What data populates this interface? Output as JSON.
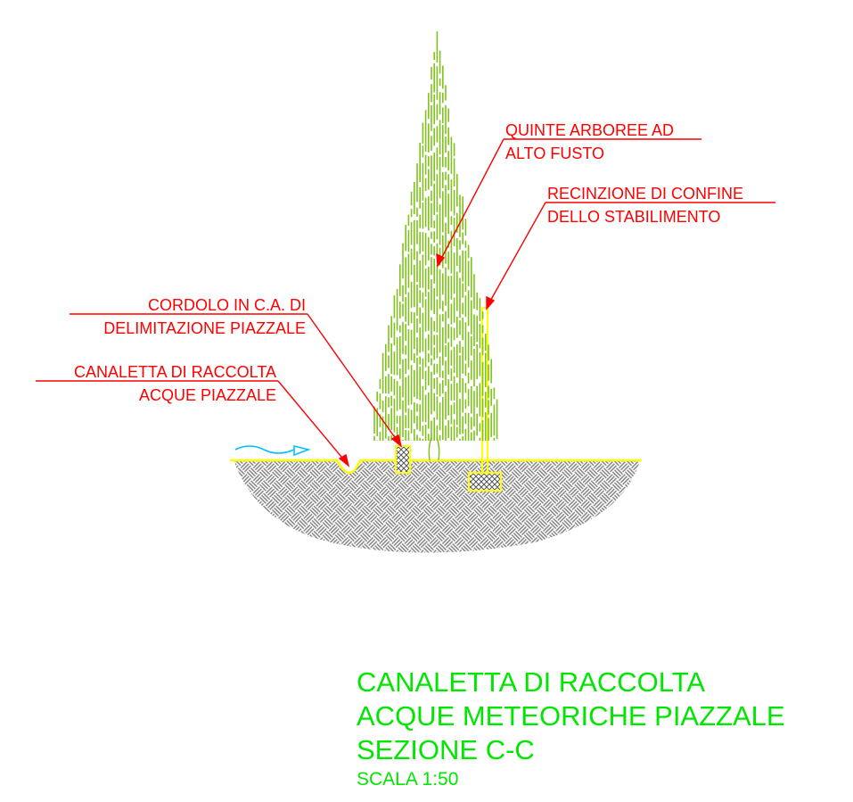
{
  "colors": {
    "annotation": "#ff0000",
    "title": "#00e600",
    "tree": "#7fc31c",
    "ground_line": "#ffff00",
    "ground_fill": "#8a8a8a",
    "water_flow": "#00bfff"
  },
  "labels": {
    "trees": [
      "QUINTE ARBOREE AD",
      "ALTO FUSTO"
    ],
    "fence": [
      "RECINZIONE DI CONFINE",
      "DELLO STABILIMENTO"
    ],
    "curb": [
      "CORDOLO IN C.A. DI",
      "DELIMITAZIONE PIAZZALE"
    ],
    "channel": [
      "CANALETTA DI RACCOLTA",
      "ACQUE PIAZZALE"
    ]
  },
  "title": {
    "line1": "CANALETTA DI RACCOLTA",
    "line2": "ACQUE METEORICHE PIAZZALE",
    "line3": "SEZIONE C-C",
    "scale": "SCALA 1:50"
  }
}
